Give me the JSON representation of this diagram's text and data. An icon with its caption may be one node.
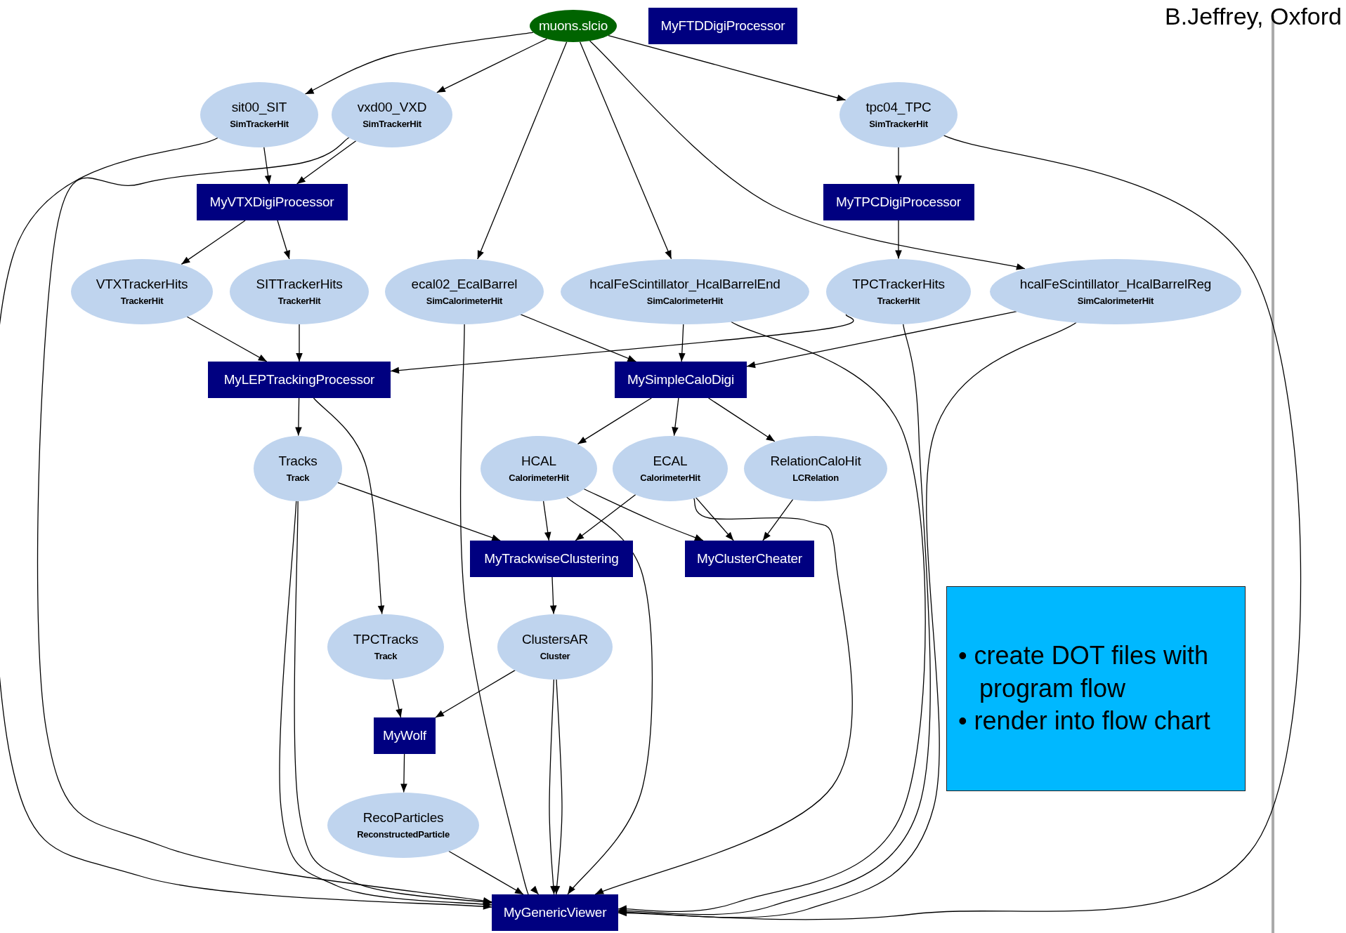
{
  "diagram": {
    "nodes": [
      {
        "text": [
          "muons.slcio"
        ]
      },
      {
        "text": [
          "MyFTDDigiProcessor"
        ]
      },
      {
        "text": [
          "sit00_SIT",
          "SimTrackerHit"
        ]
      },
      {
        "text": [
          "vxd00_VXD",
          "SimTrackerHit"
        ]
      },
      {
        "text": [
          "tpc04_TPC",
          "SimTrackerHit"
        ]
      },
      {
        "text": [
          "MyVTXDigiProcessor"
        ]
      },
      {
        "text": [
          "MyTPCDigiProcessor"
        ]
      },
      {
        "text": [
          "VTXTrackerHits",
          "TrackerHit"
        ]
      },
      {
        "text": [
          "SITTrackerHits",
          "TrackerHit"
        ]
      },
      {
        "text": [
          "ecal02_EcalBarrel",
          "SimCalorimeterHit"
        ]
      },
      {
        "text": [
          "hcalFeScintillator_HcalBarrelEnd",
          "SimCalorimeterHit"
        ]
      },
      {
        "text": [
          "TPCTrackerHits",
          "TrackerHit"
        ]
      },
      {
        "text": [
          "hcalFeScintillator_HcalBarrelReg",
          "SimCalorimeterHit"
        ]
      },
      {
        "text": [
          "MyLEPTrackingProcessor"
        ]
      },
      {
        "text": [
          "MySimpleCaloDigi"
        ]
      },
      {
        "text": [
          "Tracks",
          "Track"
        ]
      },
      {
        "text": [
          "HCAL",
          "CalorimeterHit"
        ]
      },
      {
        "text": [
          "ECAL",
          "CalorimeterHit"
        ]
      },
      {
        "text": [
          "RelationCaloHit",
          "LCRelation"
        ]
      },
      {
        "text": [
          "MyTrackwiseClustering"
        ]
      },
      {
        "text": [
          "MyClusterCheater"
        ]
      },
      {
        "text": [
          "TPCTracks",
          "Track"
        ]
      },
      {
        "text": [
          "ClustersAR",
          "Cluster"
        ]
      },
      {
        "text": [
          "MyWolf"
        ]
      },
      {
        "text": [
          "RecoParticles",
          "ReconstructedParticle"
        ]
      },
      {
        "text": [
          "MyGenericViewer"
        ]
      },
      {
        "text": [
          "• create DOT files with program flow",
          "• render into flow chart"
        ]
      }
    ],
    "edges": [
      {
        "from": 0,
        "to": 2,
        "arrow": "to"
      },
      {
        "from": 0,
        "to": 3,
        "arrow": "to"
      },
      {
        "from": 0,
        "to": 9,
        "arrow": "to"
      },
      {
        "from": 0,
        "to": 10,
        "arrow": "to"
      },
      {
        "from": 0,
        "to": 12,
        "arrow": "to"
      },
      {
        "from": 0,
        "to": 4,
        "arrow": "to"
      },
      {
        "from": 2,
        "to": 5,
        "arrow": "to"
      },
      {
        "from": 3,
        "to": 5,
        "arrow": "to"
      },
      {
        "from": 2,
        "to": 25,
        "arrow": "to"
      },
      {
        "from": 3,
        "to": 25,
        "arrow": "to"
      },
      {
        "from": 4,
        "to": 6,
        "arrow": "to"
      },
      {
        "from": 4,
        "to": 25,
        "arrow": "to"
      },
      {
        "from": 5,
        "to": 7,
        "arrow": "to"
      },
      {
        "from": 5,
        "to": 8,
        "arrow": "to"
      },
      {
        "from": 6,
        "to": 11,
        "arrow": "to"
      },
      {
        "from": 7,
        "to": 13,
        "arrow": "to"
      },
      {
        "from": 8,
        "to": 13,
        "arrow": "to"
      },
      {
        "from": 11,
        "to": 13,
        "arrow": "to"
      },
      {
        "from": 9,
        "to": 14,
        "arrow": "to"
      },
      {
        "from": 10,
        "to": 14,
        "arrow": "to"
      },
      {
        "from": 12,
        "to": 14,
        "arrow": "to"
      },
      {
        "from": 9,
        "to": 25,
        "arrow": "to"
      },
      {
        "from": 10,
        "to": 25,
        "arrow": "to"
      },
      {
        "from": 11,
        "to": 25,
        "arrow": "to"
      },
      {
        "from": 12,
        "to": 25,
        "arrow": "to"
      },
      {
        "from": 13,
        "to": 15,
        "arrow": "to"
      },
      {
        "from": 13,
        "to": 21,
        "arrow": "to"
      },
      {
        "from": 14,
        "to": 16,
        "arrow": "to"
      },
      {
        "from": 14,
        "to": 17,
        "arrow": "to"
      },
      {
        "from": 14,
        "to": 18,
        "arrow": "to"
      },
      {
        "from": 15,
        "to": 19,
        "arrow": "to"
      },
      {
        "from": 15,
        "to": 25,
        "arrow": "to"
      },
      {
        "from": 15,
        "to": 25,
        "arrow": "to"
      },
      {
        "from": 16,
        "to": 19,
        "arrow": "to"
      },
      {
        "from": 17,
        "to": 19,
        "arrow": "to"
      },
      {
        "from": 16,
        "to": 20,
        "arrow": "to"
      },
      {
        "from": 17,
        "to": 20,
        "arrow": "to"
      },
      {
        "from": 18,
        "to": 20,
        "arrow": "to"
      },
      {
        "from": 16,
        "to": 25,
        "arrow": "to"
      },
      {
        "from": 17,
        "to": 25,
        "arrow": "to"
      },
      {
        "from": 19,
        "to": 22,
        "arrow": "to"
      },
      {
        "from": 21,
        "to": 23,
        "arrow": "to"
      },
      {
        "from": 22,
        "to": 23,
        "arrow": "to"
      },
      {
        "from": 22,
        "to": 25,
        "arrow": "to"
      },
      {
        "from": 22,
        "to": 25,
        "arrow": "to"
      },
      {
        "from": 23,
        "to": 24,
        "arrow": "to"
      },
      {
        "from": 24,
        "to": 25,
        "arrow": "to"
      }
    ],
    "labels": [
      "B.Jeffrey, Oxford"
    ]
  }
}
